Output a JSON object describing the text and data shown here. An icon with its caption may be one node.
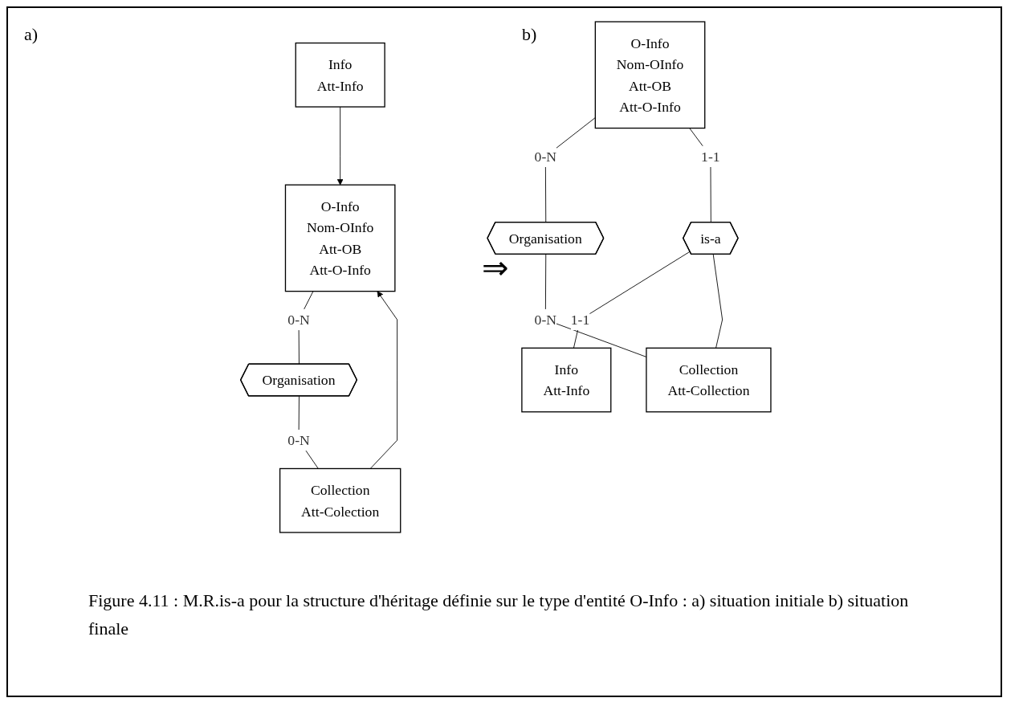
{
  "diagram": {
    "caption": "Figure 4.11 : M.R.is-a pour la structure d'héritage définie sur le type d'entité O-Info : a) situation initiale b) situation finale",
    "nodes": [
      {
        "text": [
          "O-Info",
          "Nom-OInfo",
          "Att-OB",
          "Att-O-Info"
        ]
      },
      {
        "text": [
          "Organisation"
        ]
      },
      {
        "text": [
          "Info",
          "Att-Info"
        ]
      },
      {
        "text": [
          "Collection",
          "Att-Colection"
        ]
      },
      {
        "text": [
          "O-Info",
          "Nom-OInfo",
          "Att-OB",
          "Att-O-Info"
        ]
      },
      {
        "text": [
          "Organisation"
        ]
      },
      {
        "text": [
          "is-a"
        ]
      },
      {
        "text": [
          "Info",
          "Att-Info"
        ]
      },
      {
        "text": [
          "Collection",
          "Att-Collection"
        ]
      }
    ],
    "edges": [
      {
        "from": 2,
        "to": 0,
        "arrow": "to"
      },
      {
        "from": 3,
        "to": 0,
        "arrow": "to"
      },
      {
        "from": 0,
        "to": 1,
        "arrow": "none",
        "label": "0-N"
      },
      {
        "from": 1,
        "to": 3,
        "arrow": "none",
        "label": "0-N"
      },
      {
        "from": 4,
        "to": 5,
        "arrow": "none",
        "label": "0-N"
      },
      {
        "from": 5,
        "to": 8,
        "arrow": "none",
        "label": "0-N"
      },
      {
        "from": 4,
        "to": 6,
        "arrow": "none",
        "label": "1-1"
      },
      {
        "from": 6,
        "to": 7,
        "arrow": "none",
        "label": "1-1"
      },
      {
        "from": 6,
        "to": 8,
        "arrow": "none"
      }
    ],
    "labels": [
      "a)",
      "b)",
      "⇒"
    ]
  }
}
